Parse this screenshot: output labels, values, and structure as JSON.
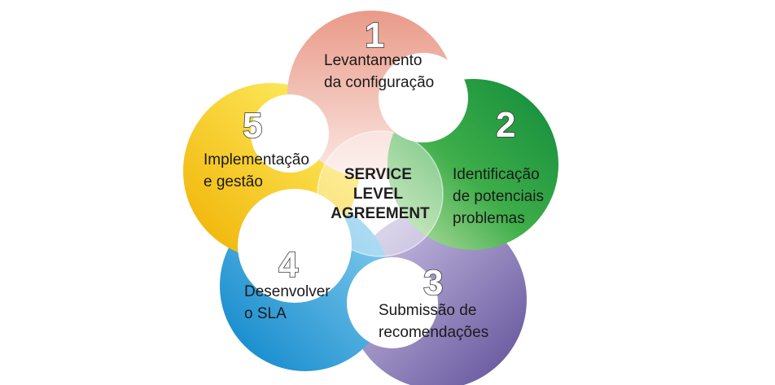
{
  "center": {
    "lines": [
      "SERVICE",
      "LEVEL",
      "AGREEMENT"
    ]
  },
  "steps": [
    {
      "number": "1",
      "lines": [
        "Levantamento",
        "da configuração"
      ],
      "color_light": "#f9e3de",
      "color_dark": "#e99a88"
    },
    {
      "number": "2",
      "lines": [
        "Identificação",
        "de potenciais",
        "problemas"
      ],
      "color_light": "#b7dda0",
      "color_dark": "#0f8a3a"
    },
    {
      "number": "3",
      "lines": [
        "Submissão de",
        "recomendações"
      ],
      "color_light": "#c9bfe3",
      "color_dark": "#6b5aa3"
    },
    {
      "number": "4",
      "lines": [
        "Desenvolver",
        "o SLA"
      ],
      "color_light": "#7cc8ef",
      "color_dark": "#0a89cf"
    },
    {
      "number": "5",
      "lines": [
        "Implementação",
        "e gestão"
      ],
      "color_light": "#fff16a",
      "color_dark": "#f2b800"
    }
  ]
}
